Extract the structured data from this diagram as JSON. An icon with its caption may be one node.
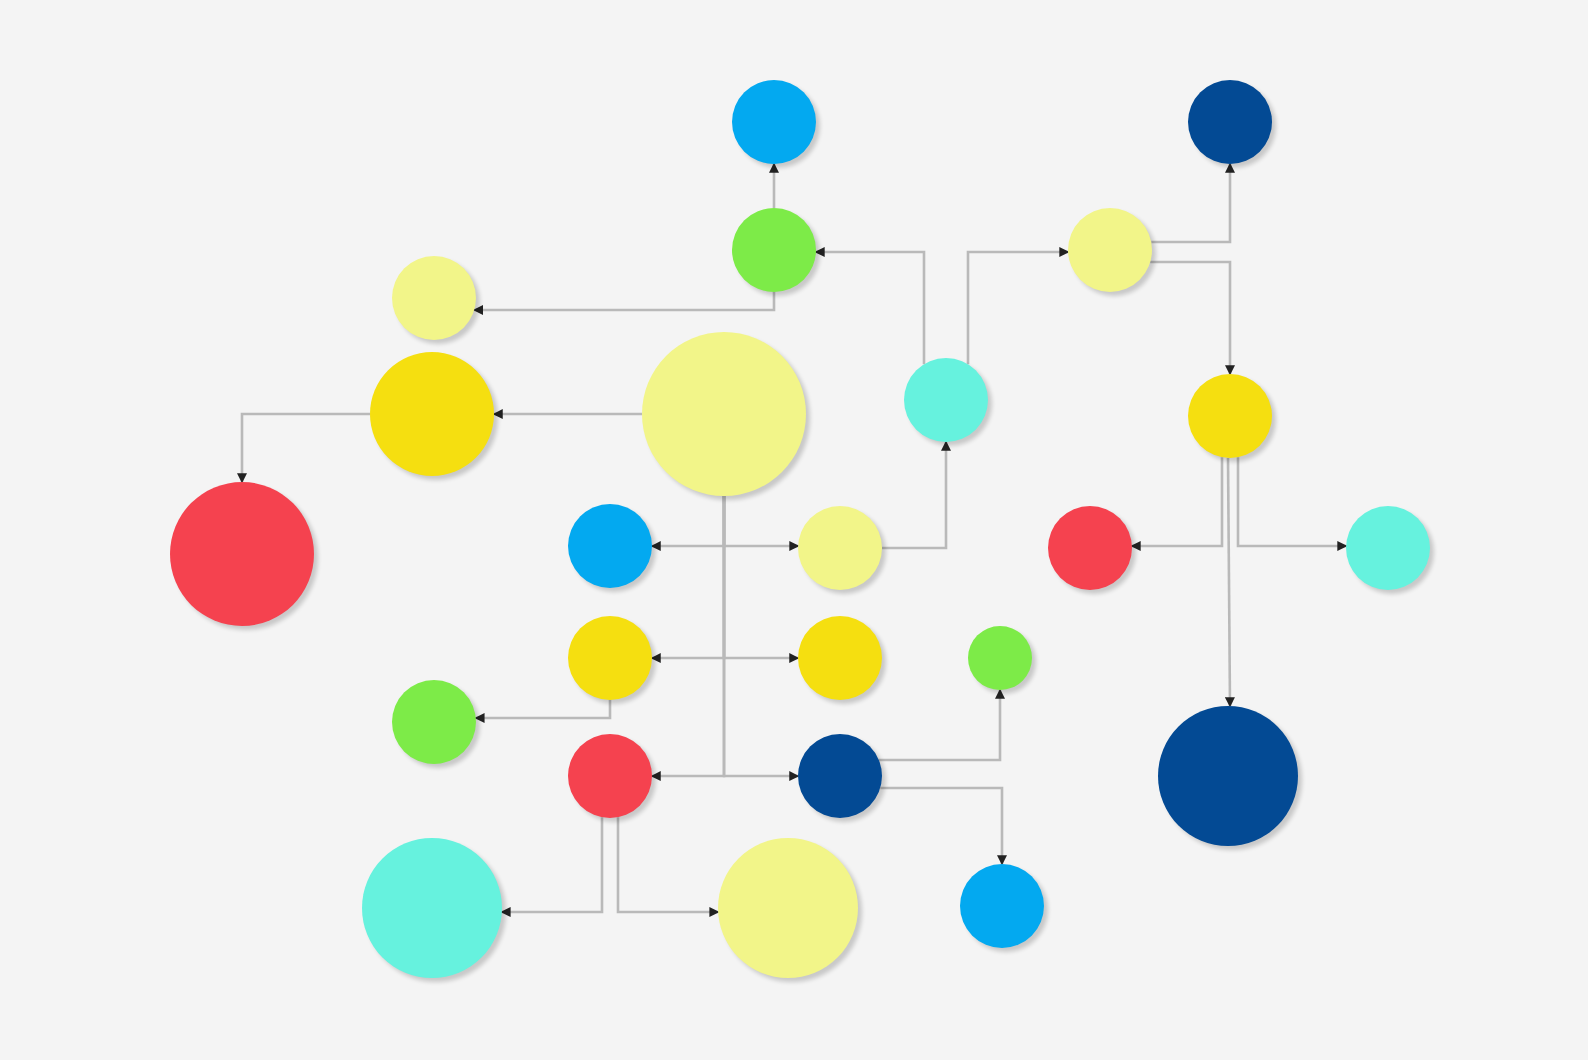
{
  "diagram": {
    "nodes": [
      {
        "text": [],
        "shape": "circle"
      },
      {
        "text": [],
        "shape": "circle"
      },
      {
        "text": [],
        "shape": "circle"
      },
      {
        "text": [],
        "shape": "circle"
      },
      {
        "text": [],
        "shape": "circle"
      },
      {
        "text": [],
        "shape": "circle"
      },
      {
        "text": [],
        "shape": "circle"
      },
      {
        "text": [],
        "shape": "circle"
      },
      {
        "text": [],
        "shape": "circle"
      },
      {
        "text": [],
        "shape": "circle"
      },
      {
        "text": [],
        "shape": "circle"
      },
      {
        "text": [],
        "shape": "circle"
      },
      {
        "text": [],
        "shape": "circle"
      },
      {
        "text": [],
        "shape": "circle"
      },
      {
        "text": [],
        "shape": "circle"
      },
      {
        "text": [],
        "shape": "circle"
      },
      {
        "text": [],
        "shape": "circle"
      },
      {
        "text": [],
        "shape": "circle"
      },
      {
        "text": [],
        "shape": "circle"
      },
      {
        "text": [],
        "shape": "circle"
      },
      {
        "text": [],
        "shape": "circle"
      },
      {
        "text": [],
        "shape": "circle"
      },
      {
        "text": [],
        "shape": "circle"
      },
      {
        "text": [],
        "shape": "circle"
      }
    ],
    "edges": [
      {
        "from": 2,
        "to": 0,
        "arrow": "to"
      },
      {
        "from": 2,
        "to": 4,
        "arrow": "to"
      },
      {
        "from": 5,
        "to": 6,
        "arrow": "to"
      },
      {
        "from": 6,
        "to": 9,
        "arrow": "to"
      },
      {
        "from": 7,
        "to": 2,
        "arrow": "to"
      },
      {
        "from": 7,
        "to": 3,
        "arrow": "to"
      },
      {
        "from": 11,
        "to": 7,
        "arrow": "to"
      },
      {
        "from": 3,
        "to": 1,
        "arrow": "to"
      },
      {
        "from": 3,
        "to": 8,
        "arrow": "to"
      },
      {
        "from": 8,
        "to": 12,
        "arrow": "to"
      },
      {
        "from": 8,
        "to": 13,
        "arrow": "to"
      },
      {
        "from": 8,
        "to": 20,
        "arrow": "to"
      },
      {
        "from": 5,
        "to": 10,
        "arrow": "to"
      },
      {
        "from": 5,
        "to": 11,
        "arrow": "to"
      },
      {
        "from": 5,
        "to": 14,
        "arrow": "to"
      },
      {
        "from": 5,
        "to": 15,
        "arrow": "to"
      },
      {
        "from": 5,
        "to": 18,
        "arrow": "to"
      },
      {
        "from": 5,
        "to": 19,
        "arrow": "to"
      },
      {
        "from": 14,
        "to": 17,
        "arrow": "to"
      },
      {
        "from": 19,
        "to": 16,
        "arrow": "to"
      },
      {
        "from": 19,
        "to": 23,
        "arrow": "to"
      },
      {
        "from": 18,
        "to": 21,
        "arrow": "to"
      },
      {
        "from": 18,
        "to": 22,
        "arrow": "to"
      }
    ]
  }
}
